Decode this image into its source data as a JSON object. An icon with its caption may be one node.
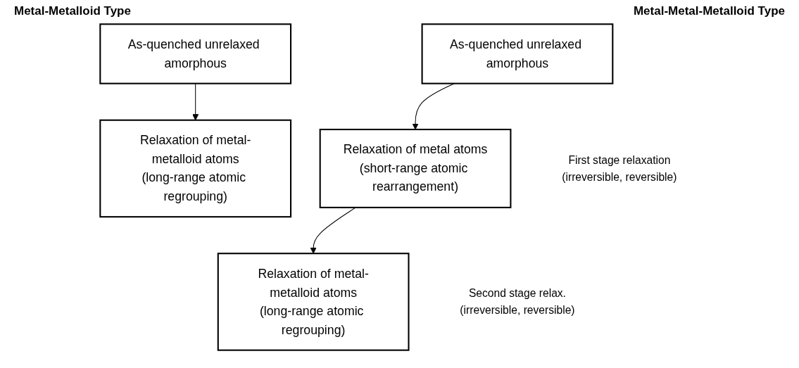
{
  "diagram": {
    "nodes": [
      {
        "text": [
          "As-quenched unrelaxed amorphous"
        ]
      },
      {
        "text": [
          "Relaxation of metal-metalloid atoms",
          "(long-range atomic regrouping)"
        ]
      },
      {
        "text": [
          "As-quenched unrelaxed amorphous"
        ]
      },
      {
        "text": [
          "Relaxation of metal atoms",
          "(short-range atomic rearrangement)"
        ],
        "beside": [
          "First stage relaxation",
          "(irreversible, reversible)"
        ]
      },
      {
        "text": [
          "Relaxation of metal-metalloid atoms",
          "(long-range atomic regrouping)"
        ],
        "beside": [
          "Second stage relax.",
          "(irreversible, reversible)"
        ]
      }
    ],
    "edges": [
      {
        "from": 0,
        "to": 1,
        "arrow": "to"
      },
      {
        "from": 2,
        "to": 3,
        "arrow": "to"
      },
      {
        "from": 3,
        "to": 4,
        "arrow": "to"
      }
    ],
    "labels": [
      "Metal-Metalloid Type",
      "Metal-Metal-Metalloid Type"
    ]
  }
}
